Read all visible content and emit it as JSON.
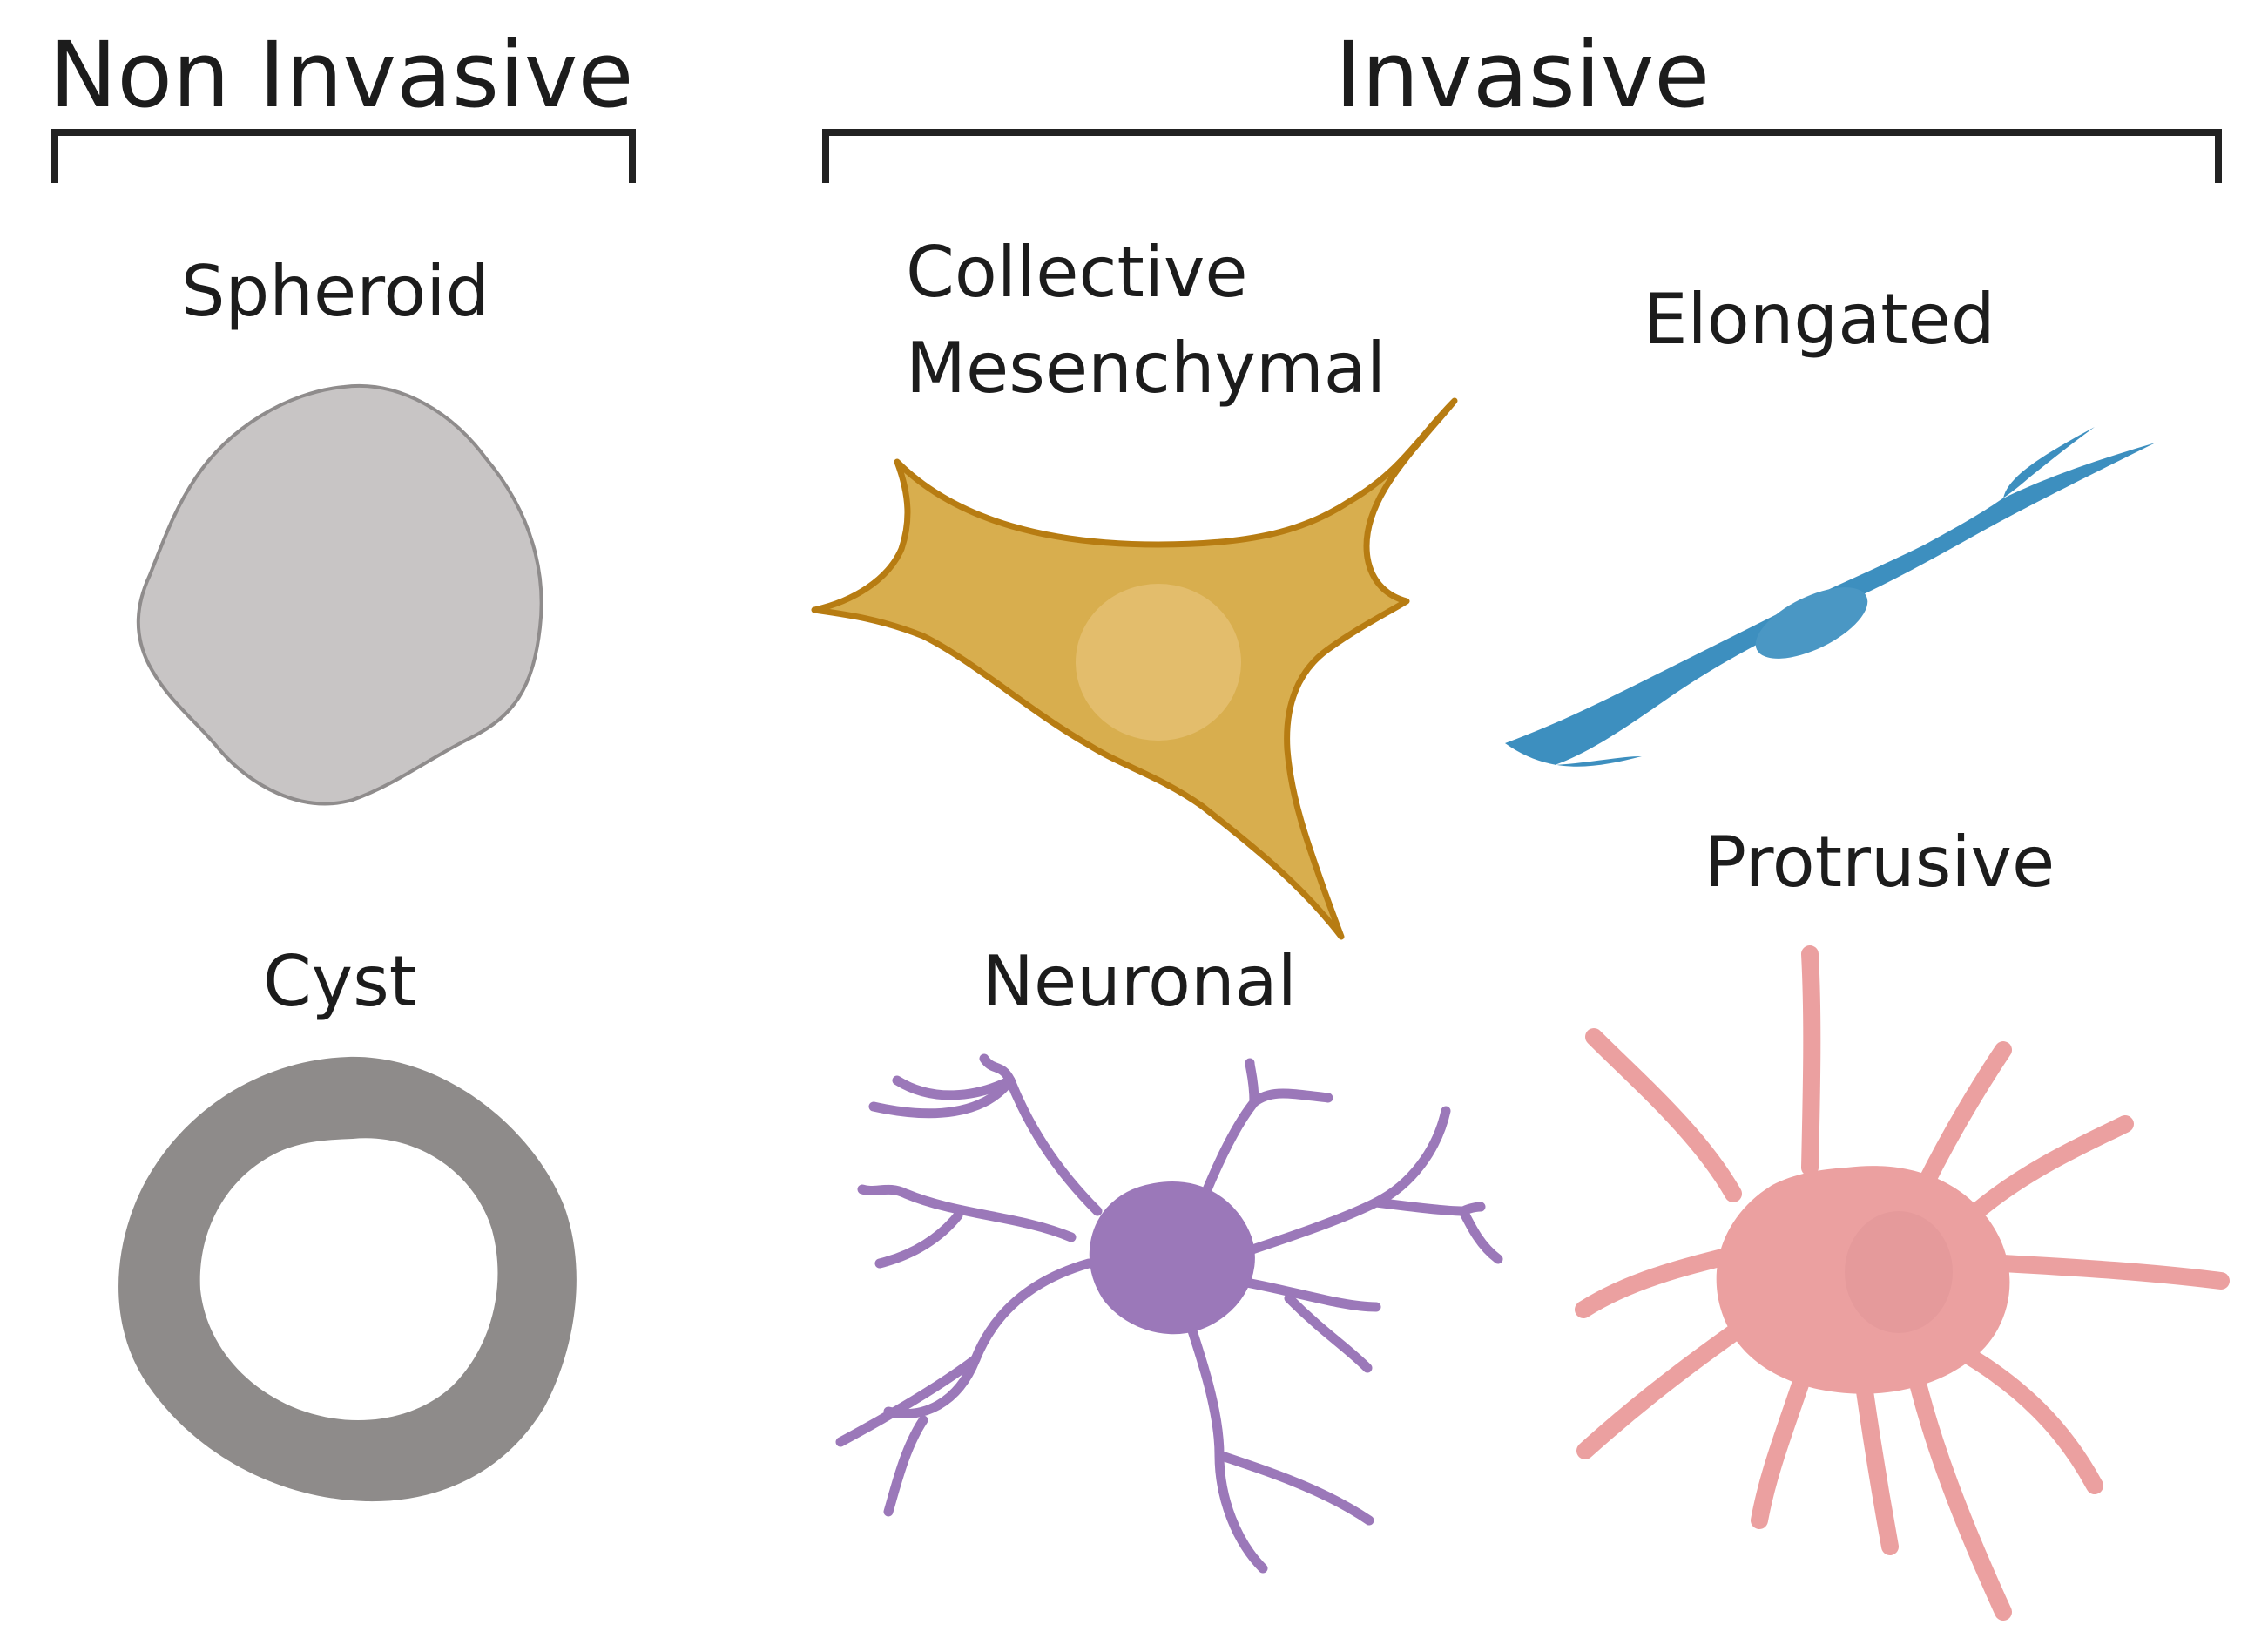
{
  "groups": {
    "non_invasive": "Non Invasive",
    "invasive": "Invasive"
  },
  "morphologies": {
    "spheroid": "Spheroid",
    "cyst": "Cyst",
    "collective_mesenchymal": [
      "Collective",
      "Mesenchymal"
    ],
    "elongated": "Elongated",
    "neuronal": "Neuronal",
    "protrusive": "Protrusive"
  },
  "colors": {
    "spheroid_fill": "#c8c5c5",
    "spheroid_stroke": "#8f8c8c",
    "cyst_ring": "#8e8b8a",
    "mesenchymal_fill": "#d8ae4e",
    "mesenchymal_stroke": "#b77c12",
    "elongated": "#3d8fbf",
    "neuronal": "#9b78b9",
    "protrusive": "#eba0a0",
    "bracket": "#222222"
  }
}
